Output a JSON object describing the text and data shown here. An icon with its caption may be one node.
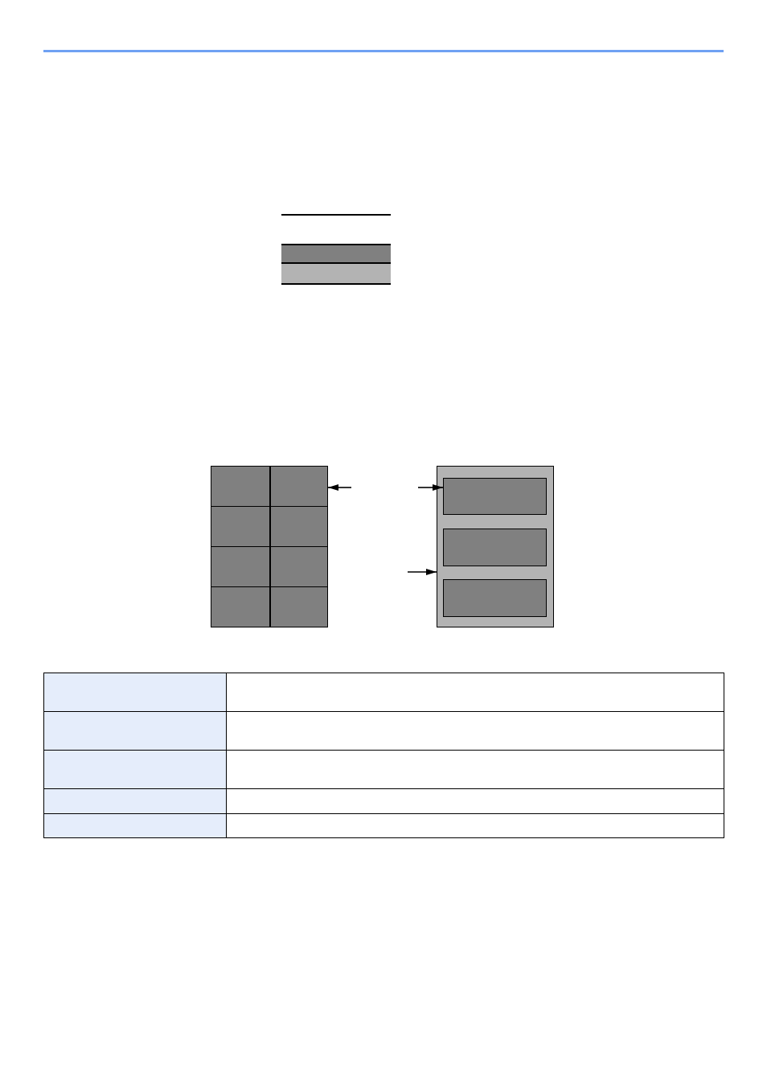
{
  "diagram": {
    "nodes": [
      {
        "text": [],
        "shape": "bar"
      },
      {
        "text": [],
        "shape": "bar"
      },
      {
        "text": [],
        "shape": "box"
      },
      {
        "text": [],
        "shape": "box",
        "in": 2
      },
      {
        "text": [],
        "shape": "box",
        "in": 2
      },
      {
        "text": [],
        "shape": "box",
        "in": 2
      },
      {
        "text": [],
        "shape": "box",
        "in": 2
      },
      {
        "text": [],
        "shape": "box",
        "in": 2
      },
      {
        "text": [],
        "shape": "box",
        "in": 2
      },
      {
        "text": [],
        "shape": "box",
        "in": 2
      },
      {
        "text": [],
        "shape": "box",
        "in": 2
      },
      {
        "text": [],
        "shape": "box"
      },
      {
        "text": [],
        "shape": "box",
        "in": 11
      },
      {
        "text": [],
        "shape": "box",
        "in": 11
      },
      {
        "text": [],
        "shape": "box",
        "in": 11
      }
    ],
    "edges": [
      {
        "from": null,
        "to": 4,
        "arrow": "to"
      },
      {
        "from": null,
        "to": 12,
        "arrow": "to"
      },
      {
        "from": null,
        "to": 11,
        "arrow": "to"
      }
    ]
  }
}
